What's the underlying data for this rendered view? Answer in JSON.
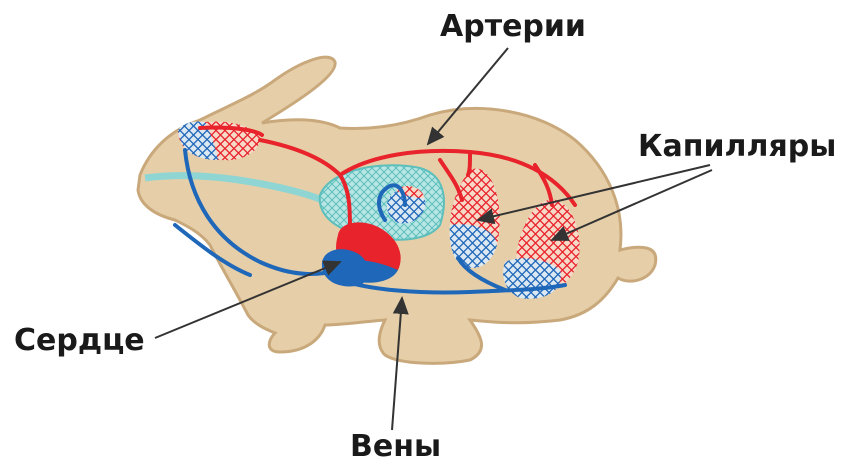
{
  "labels": {
    "arteries": "Артерии",
    "capillaries": "Капилляры",
    "heart": "Сердце",
    "veins": "Вены"
  },
  "colors": {
    "body": "#e6cfa8",
    "body_outline": "#c9a97c",
    "artery": "#e8232b",
    "vein": "#1f67b8",
    "lung": "#8fd5d3",
    "pointer": "#333333"
  }
}
